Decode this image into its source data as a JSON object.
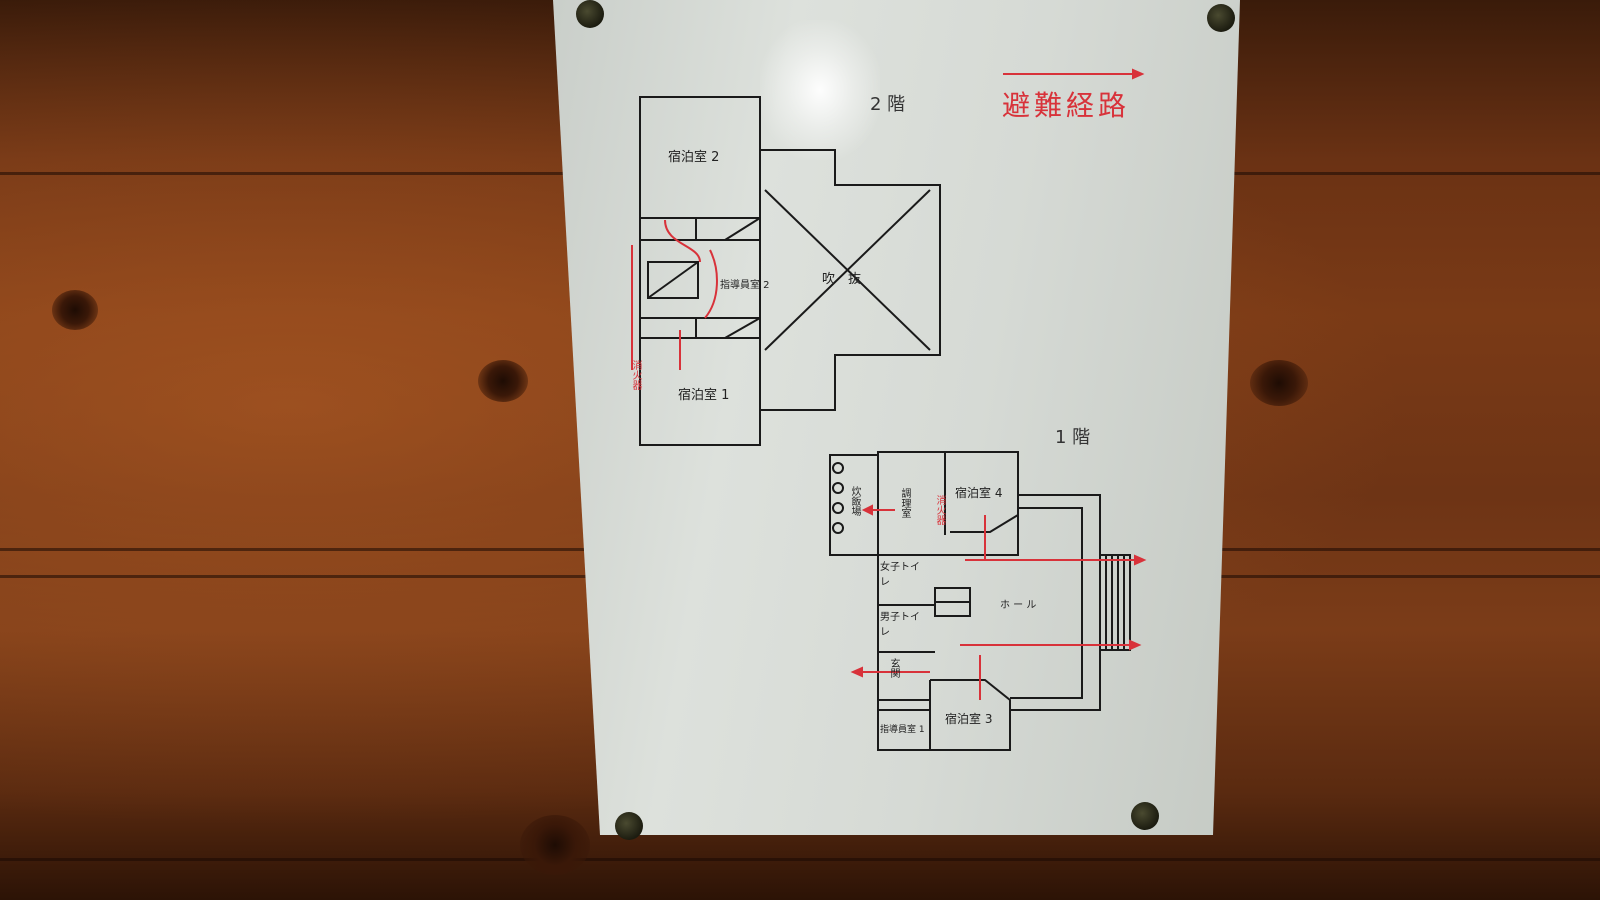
{
  "sign": {
    "legend": "避難経路",
    "floor2": {
      "heading": "2 階",
      "room_guest2": "宿泊室 2",
      "room_guest1": "宿泊室 1",
      "room_staff2": "指導員室 2",
      "atrium": "吹　抜",
      "extinguisher": "消火器"
    },
    "floor1": {
      "heading": "1 階",
      "kitchen_cook": "炊飯場",
      "kitchen_prep": "調理室",
      "room_guest4": "宿泊室 4",
      "women_toilet": "女子トイレ",
      "men_toilet": "男子トイレ",
      "hall": "ホ ー ル",
      "entrance": "玄関",
      "room_staff1": "指導員室 1",
      "room_guest3": "宿泊室 3",
      "extinguisher": "消火器"
    },
    "colors": {
      "route": "#d8323a",
      "lines": "#1a1a1a"
    }
  }
}
